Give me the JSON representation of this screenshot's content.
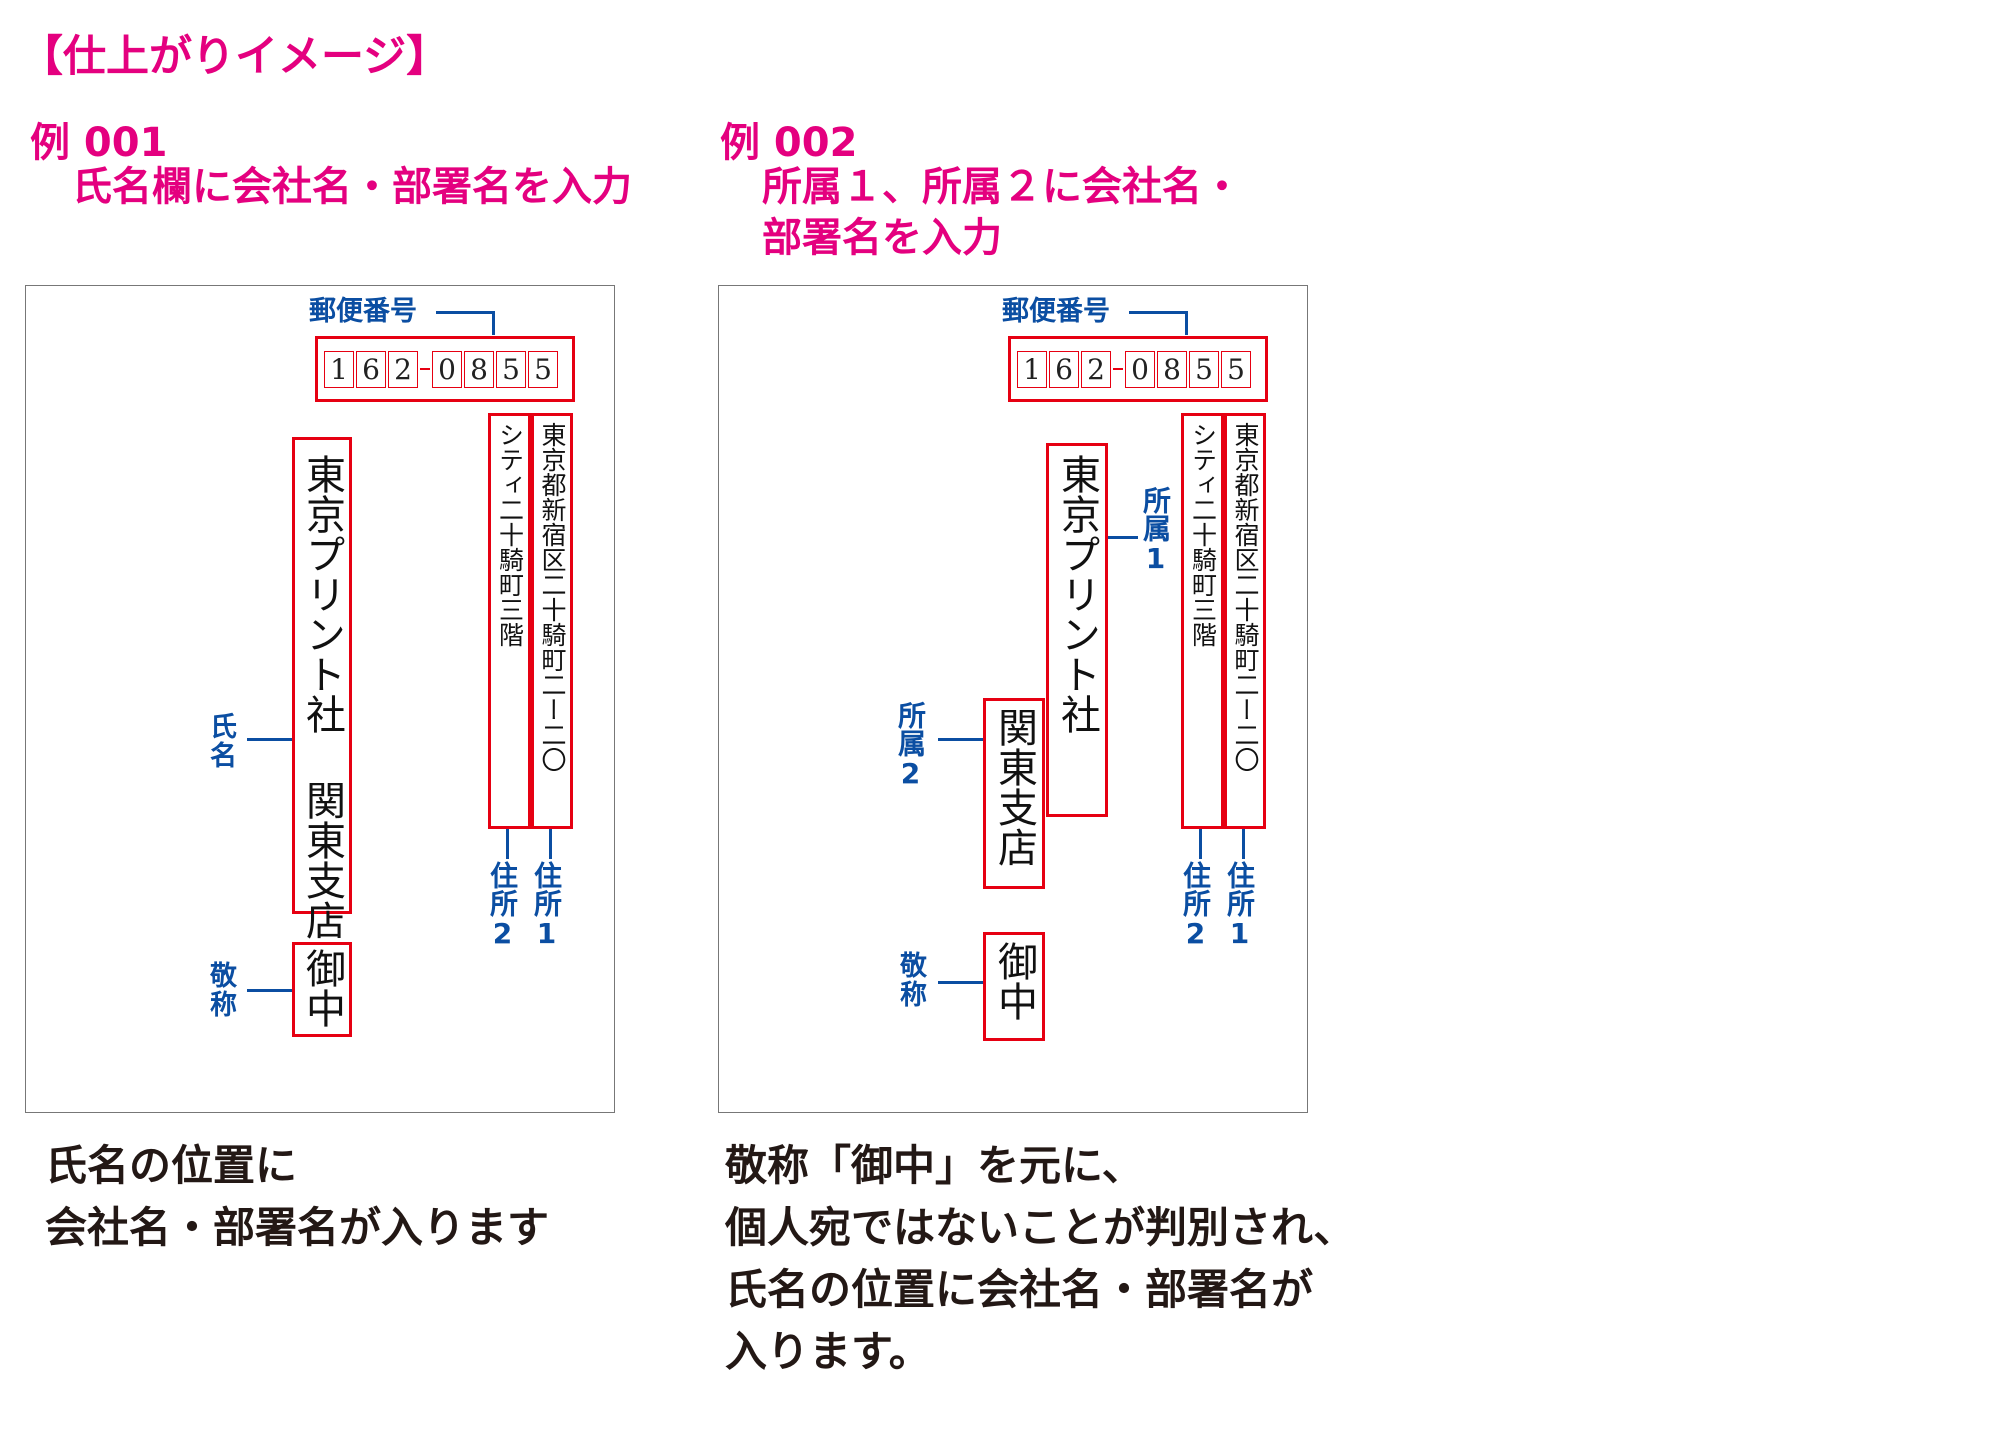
{
  "title": "【仕上がりイメージ】",
  "examples": [
    {
      "number": "例 001",
      "subtitle_lines": [
        "氏名欄に会社名・部署名を入力"
      ],
      "card": {
        "postal_label": "郵便番号",
        "postal_digits": [
          "1",
          "6",
          "2",
          "0",
          "8",
          "5",
          "5"
        ],
        "address1": "東京都新宿区二十騎町二ー二〇",
        "address2": "シティ二十騎町三階",
        "name_text": "東京プリント社 関東支店",
        "honorific": "御中",
        "labels": {
          "name": "氏名",
          "honorific": "敬称",
          "address2": "住所2",
          "address1": "住所1"
        }
      },
      "caption_lines": [
        "氏名の位置に",
        "会社名・部署名が入ります"
      ]
    },
    {
      "number": "例 002",
      "subtitle_lines": [
        "所属１、所属２に会社名・",
        "部署名を入力"
      ],
      "card": {
        "postal_label": "郵便番号",
        "postal_digits": [
          "1",
          "6",
          "2",
          "0",
          "8",
          "5",
          "5"
        ],
        "address1": "東京都新宿区二十騎町二ー二〇",
        "address2": "シティ二十騎町三階",
        "affiliation1": "東京プリント社",
        "affiliation2": "関東支店",
        "honorific": "御中",
        "labels": {
          "affiliation1": "所属1",
          "affiliation2": "所属2",
          "honorific": "敬称",
          "address2": "住所2",
          "address1": "住所1"
        }
      },
      "caption_lines": [
        "敬称「御中」を元に、",
        "個人宛ではないことが判別され、",
        "氏名の位置に会社名・部署名が",
        "入ります。"
      ]
    }
  ],
  "colors": {
    "heading": "#e4007f",
    "label": "#0b4ea2",
    "field_border": "#e60012",
    "caption": "#231815"
  }
}
